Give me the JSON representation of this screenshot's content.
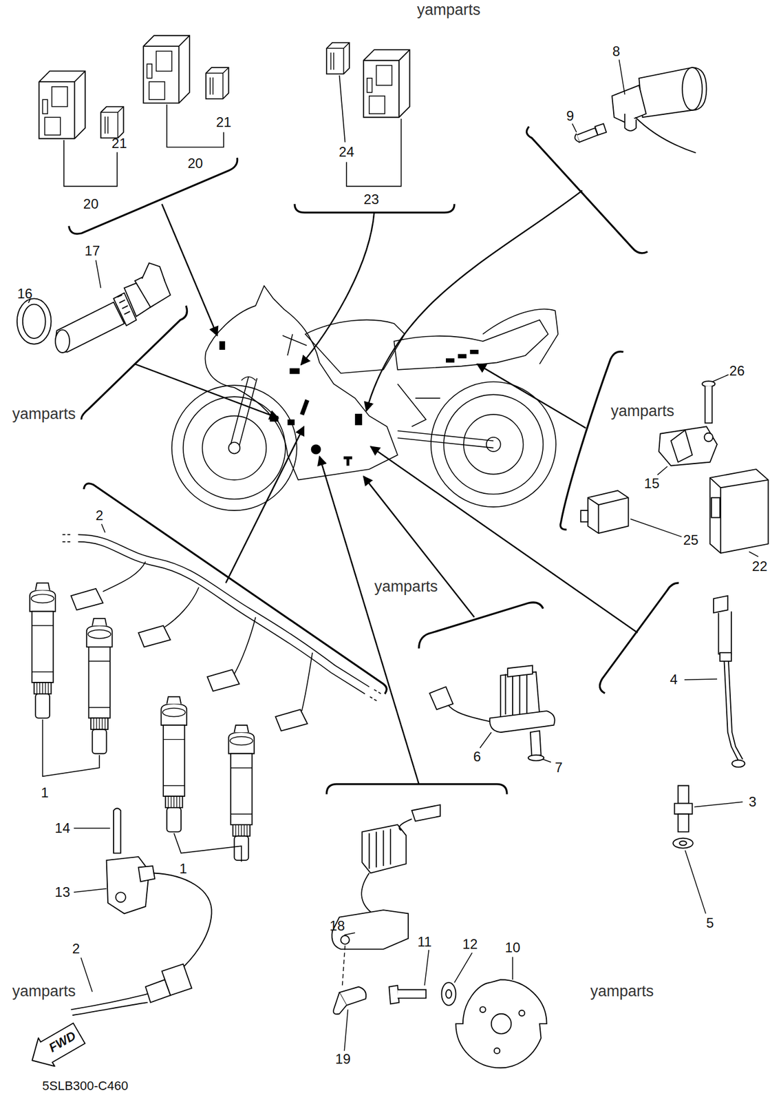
{
  "diagram": {
    "nodes": [
      {
        "text": [
          "FWD"
        ]
      }
    ],
    "labels": [
      "yamparts",
      "8",
      "9",
      "21",
      "21",
      "24",
      "20",
      "20",
      "23",
      "17",
      "16",
      "26",
      "yamparts",
      "yamparts",
      "15",
      "2",
      "25",
      "22",
      "yamparts",
      "4",
      "6",
      "7",
      "1",
      "3",
      "14",
      "1",
      "13",
      "5",
      "18",
      "11",
      "12",
      "10",
      "2",
      "yamparts",
      "yamparts",
      "19",
      "5SLB300-C460"
    ]
  }
}
